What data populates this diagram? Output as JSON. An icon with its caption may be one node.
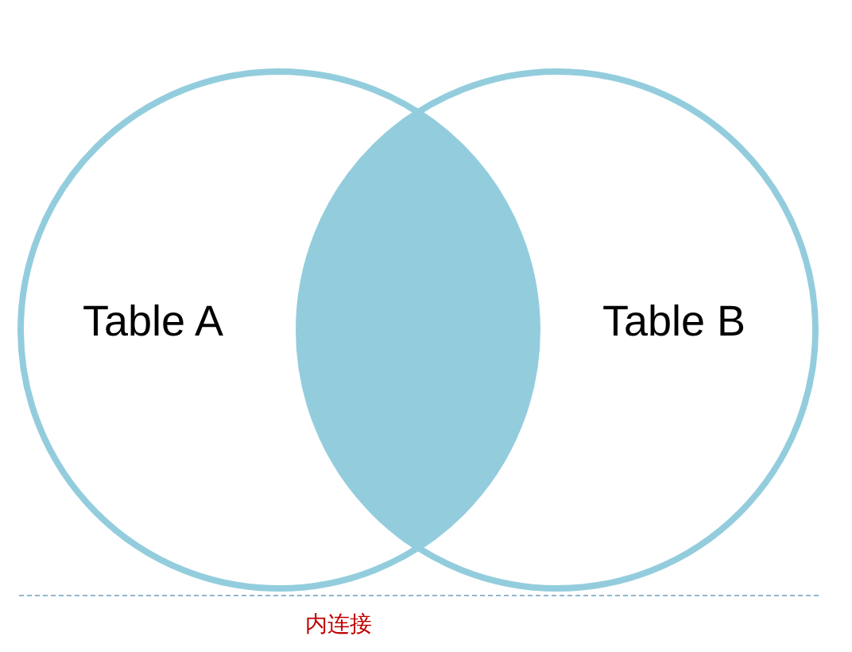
{
  "diagram": {
    "nodes": [
      {
        "text": [
          "Table A"
        ]
      },
      {
        "text": [
          "Table B"
        ]
      },
      {
        "text": [],
        "shape": "lens"
      }
    ],
    "caption": "内连接"
  }
}
